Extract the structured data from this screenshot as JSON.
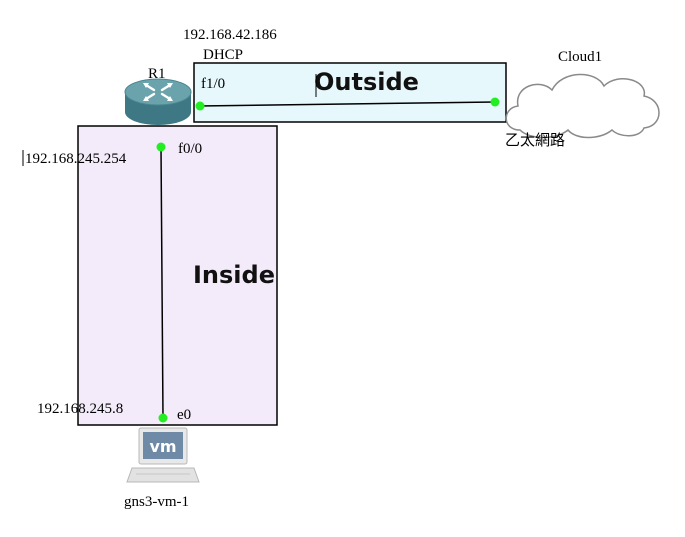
{
  "colors": {
    "outside_fill": "#e6f8fb",
    "inside_fill": "#f4ebfa",
    "port_dot": "#22ee22",
    "router_body": "#4e8a96",
    "cloud_stroke": "#8a8a8a"
  },
  "zones": {
    "outside": "Outside",
    "inside": "Inside"
  },
  "router": {
    "name": "R1",
    "icon": "router-icon",
    "wan_ip": "192.168.42.186",
    "wan_mode": "DHCP",
    "wan_port": "f1/0",
    "lan_port": "f0/0",
    "lan_ip": "192.168.245.254"
  },
  "cloud": {
    "name": "Cloud1",
    "icon": "cloud-icon",
    "sub_label": "乙太網路"
  },
  "vm": {
    "name": "gns3-vm-1",
    "icon": "vm-laptop-icon",
    "screen_text": "vm",
    "port": "e0",
    "ip": "192.168.245.8"
  }
}
